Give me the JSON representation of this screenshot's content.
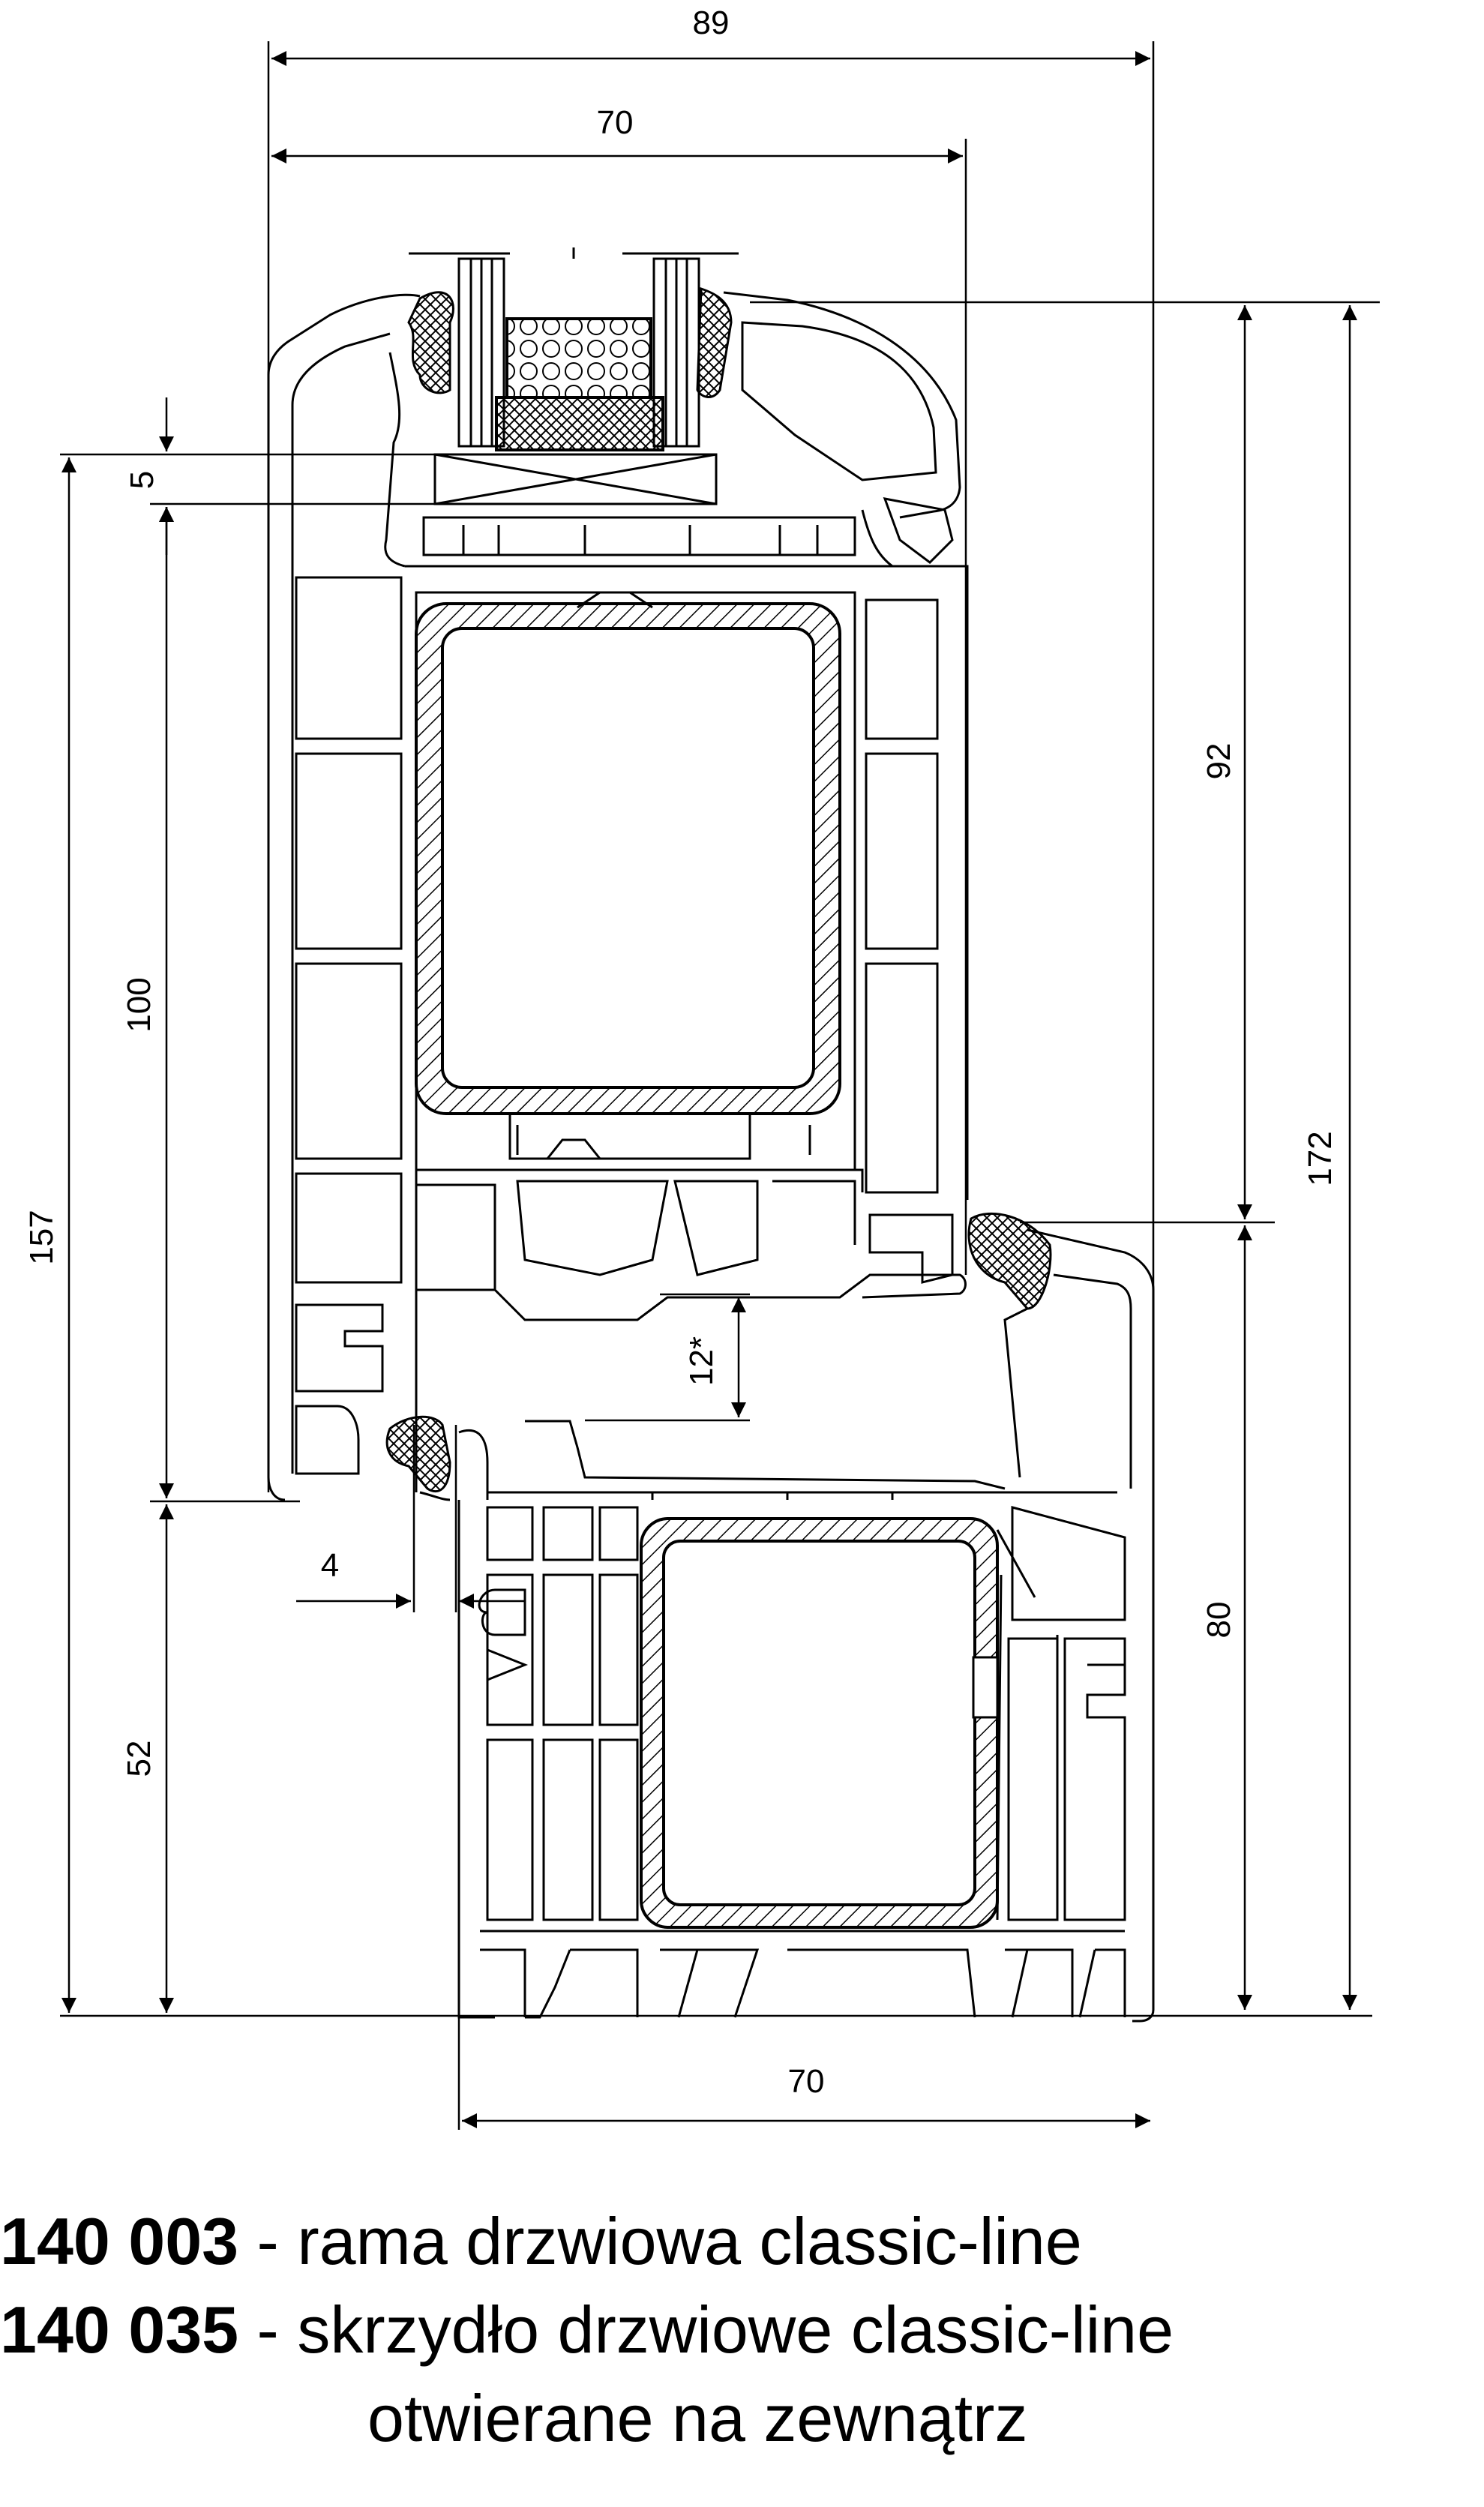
{
  "dimensions": {
    "top_total": "89",
    "top_frame": "70",
    "glazing": "5",
    "left_outer": "157",
    "left_inner": "100",
    "left_bottom": "52",
    "overlap": "4",
    "gap": "12*",
    "right_top": "92",
    "right_total": "172",
    "right_bottom": "80",
    "bottom_sash": "70"
  },
  "legend": {
    "line1_code": "140 003",
    "line1_text": " - rama drzwiowa classic-line",
    "line2_code": "140 035",
    "line2_text": " - skrzydło drzwiowe classic-line",
    "line3_text": "otwierane na zewnątrz"
  },
  "colors": {
    "ink": "#000000",
    "background": "#ffffff"
  }
}
